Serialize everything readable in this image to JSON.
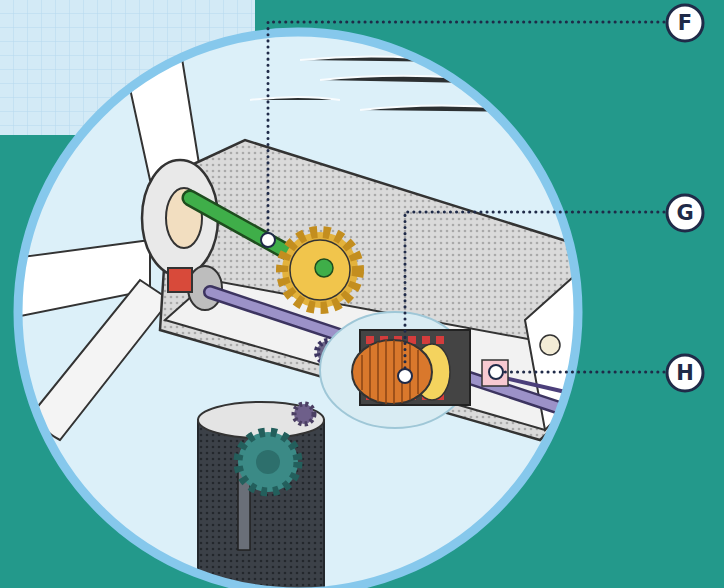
{
  "diagram": {
    "nodes": [
      {
        "text": [
          "F"
        ]
      },
      {
        "text": [
          "G"
        ]
      },
      {
        "text": [
          "H"
        ]
      }
    ]
  }
}
